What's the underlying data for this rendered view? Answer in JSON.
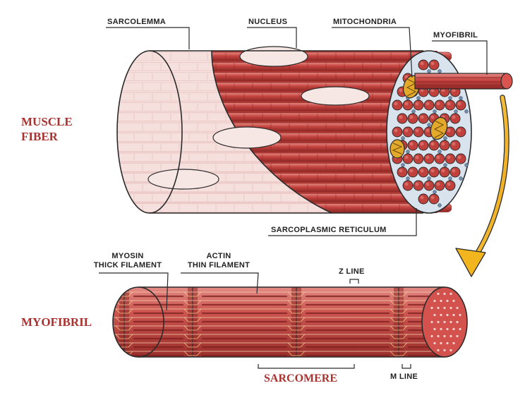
{
  "titles": {
    "muscle_fiber": [
      "MUSCLE",
      "FIBER"
    ],
    "myofibril": "MYOFIBRIL"
  },
  "labels": {
    "sarcolemma": "SARCOLEMMA",
    "nucleus": "NUCLEUS",
    "mitochondria": "MITOCHONDRIA",
    "myofibril": "MYOFIBRIL",
    "sarcoplasmic_reticulum": "SARCOPLASMIC RETICULUM",
    "myosin": [
      "MYOSIN",
      "THICK FILAMENT"
    ],
    "actin": [
      "ACTIN",
      "THIN FILAMENT"
    ],
    "z_line": "Z LINE",
    "m_line": "M LINE",
    "sarcomere": "SARCOMERE"
  },
  "colors": {
    "fibril_red": "#c0403c",
    "fibril_dark": "#8f2a27",
    "fibril_light": "#dd7570",
    "sheath_pale": "#f3d5d3",
    "nucleus": "#f6e6e4",
    "reticulum_blue": "#6f8fb5",
    "arrow_yellow": "#f2b51d",
    "title_red": "#a8322f",
    "outline": "#2a2a2a"
  }
}
